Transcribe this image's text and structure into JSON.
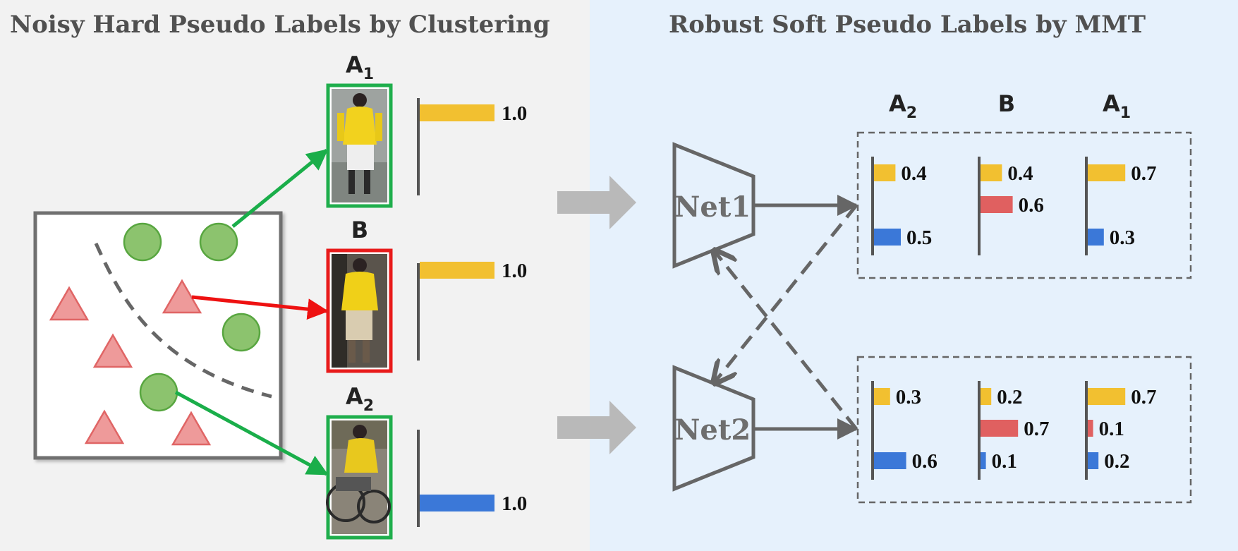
{
  "headings": {
    "left": "Noisy Hard Pseudo Labels by Clustering",
    "right": "Robust Soft Pseudo Labels by MMT"
  },
  "colors": {
    "left_panel_bg": "#f2f2f2",
    "right_panel_bg": "#e6f1fc",
    "yellow_bar": "#f2c030",
    "red_bar": "#e06060",
    "blue_bar": "#3b78d8",
    "green_point": "#8cc36e",
    "red_triangle": "#ee9a9a",
    "arrow_green": "#1aae4a",
    "arrow_red": "#ee1111",
    "gray": "#666666",
    "frame_green": "#1fae4c",
    "frame_red": "#e81b1b"
  },
  "clusters": {
    "points": [
      "circle",
      "circle",
      "circle",
      "circle",
      "triangle",
      "triangle",
      "triangle",
      "triangle",
      "triangle"
    ]
  },
  "hard_labels": [
    {
      "id": "A1",
      "main": "A",
      "sub": "1",
      "frame": "green",
      "bar_color": "yellow",
      "bar_fraction": 1.0,
      "value_text": "1.0"
    },
    {
      "id": "B",
      "main": "B",
      "sub": "",
      "frame": "red",
      "bar_color": "yellow",
      "bar_fraction": 1.0,
      "value_text": "1.0"
    },
    {
      "id": "A2",
      "main": "A",
      "sub": "2",
      "frame": "green",
      "bar_color": "blue",
      "bar_fraction": 1.0,
      "value_text": "1.0"
    }
  ],
  "networks": [
    {
      "id": "net1",
      "label": "Net1"
    },
    {
      "id": "net2",
      "label": "Net2"
    }
  ],
  "soft_columns": [
    {
      "main": "A",
      "sub": "2"
    },
    {
      "main": "B",
      "sub": ""
    },
    {
      "main": "A",
      "sub": "1"
    }
  ],
  "soft_labels": {
    "net1": [
      {
        "class": "A2",
        "bars": [
          {
            "color": "yellow",
            "value": 0.4,
            "text": "0.4"
          },
          {
            "color": "blue",
            "value": 0.5,
            "text": "0.5"
          }
        ]
      },
      {
        "class": "B",
        "bars": [
          {
            "color": "yellow",
            "value": 0.4,
            "text": "0.4"
          },
          {
            "color": "red",
            "value": 0.6,
            "text": "0.6"
          }
        ]
      },
      {
        "class": "A1",
        "bars": [
          {
            "color": "yellow",
            "value": 0.7,
            "text": "0.7"
          },
          {
            "color": "blue",
            "value": 0.3,
            "text": "0.3"
          }
        ]
      }
    ],
    "net2": [
      {
        "class": "A2",
        "bars": [
          {
            "color": "yellow",
            "value": 0.3,
            "text": "0.3"
          },
          {
            "color": "blue",
            "value": 0.6,
            "text": "0.6"
          }
        ]
      },
      {
        "class": "B",
        "bars": [
          {
            "color": "yellow",
            "value": 0.2,
            "text": "0.2"
          },
          {
            "color": "red",
            "value": 0.7,
            "text": "0.7"
          },
          {
            "color": "blue",
            "value": 0.1,
            "text": "0.1"
          }
        ]
      },
      {
        "class": "A1",
        "bars": [
          {
            "color": "yellow",
            "value": 0.7,
            "text": "0.7"
          },
          {
            "color": "red",
            "value": 0.1,
            "text": "0.1"
          },
          {
            "color": "blue",
            "value": 0.2,
            "text": "0.2"
          }
        ]
      }
    ]
  }
}
